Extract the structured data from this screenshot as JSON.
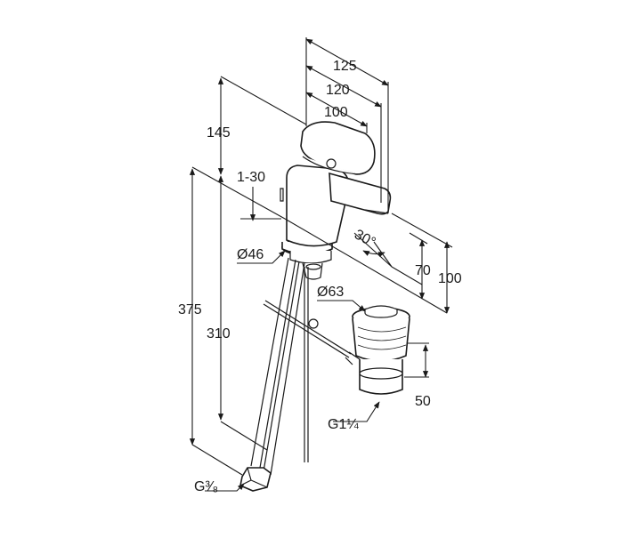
{
  "drawing": {
    "dimensions": {
      "reach_125": "125",
      "reach_120": "120",
      "reach_100": "100",
      "height_145": "145",
      "lever_1_30": "1-30",
      "total_375": "375",
      "below_310": "310",
      "base_dia_46": "Ø46",
      "drain_dia_63": "Ø63",
      "angle_30": "30°",
      "spout_70": "70",
      "spout_100": "100",
      "drain_50": "50"
    },
    "threads": {
      "supply": "G³⁄₈",
      "drain": "G1¼"
    }
  }
}
